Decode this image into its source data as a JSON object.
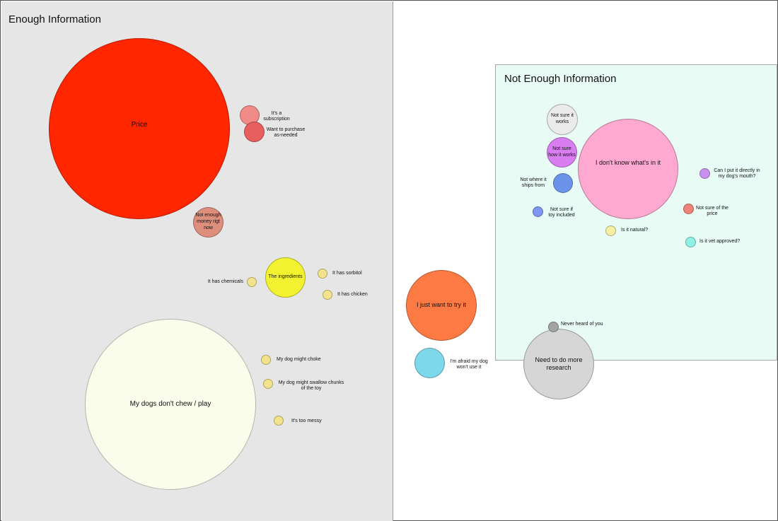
{
  "colors": {
    "enough_bg": "#e6e6e6",
    "not_enough_bg": "#e8fbf4",
    "price": "#ff2600",
    "subscription": "#f08b87",
    "purchase_as_needed": "#e95f5f",
    "not_enough_money": "#dd8e7c",
    "ingredients": "#f2f230",
    "small_yellow": "#f3e38c",
    "dont_chew": "#fafcec",
    "try_it": "#fe7a45",
    "afraid": "#7dd8ea",
    "more_research": "#d6d6d6",
    "never_heard": "#a3a3a3",
    "not_sure_works": "#ebebeb",
    "not_sure_how": "#d87ef0",
    "dont_know": "#ffa9d2",
    "ships_from": "#6b93ea",
    "toy_included": "#7f96f3",
    "directly": "#c990f0",
    "price_sure": "#ec8477",
    "natural": "#f7efa3",
    "vet": "#8ff0e3"
  },
  "regions": {
    "enough": {
      "title": "Enough Information"
    },
    "not_enough": {
      "title": "Not Enough Information"
    }
  },
  "bubbles": {
    "price": "Price",
    "not_enough_money": "Not enough money rigt now",
    "ingredients": "The ingredients",
    "dont_chew": "My dogs don't chew / play",
    "try_it": "I just want to try it",
    "more_research": "Need to do more research",
    "not_sure_works": "Not sure it works",
    "not_sure_how": "Not sure how it works",
    "dont_know": "I don't know what's in it"
  },
  "labels": {
    "subscription": "It's a subscription",
    "purchase_as_needed": "Want to purchase as-needed",
    "chemicals": "It has chemicals",
    "sorbitol": "It has sorbitol",
    "chicken": "It has chicken",
    "choke": "My dog might choke",
    "swallow": "My dog might swallow chunks of the toy",
    "messy": "It's too messy",
    "afraid": "I'm afraid my dog won't use it",
    "never_heard": "Never heard of you",
    "ships_from": "Not where it ships from",
    "toy_included": "Not sure if toy included",
    "directly": "Can I put it directly in my dog's mouth?",
    "price_sure": "Not sure of the price",
    "natural": "Is it natural?",
    "vet": "Is it vet approved?"
  }
}
